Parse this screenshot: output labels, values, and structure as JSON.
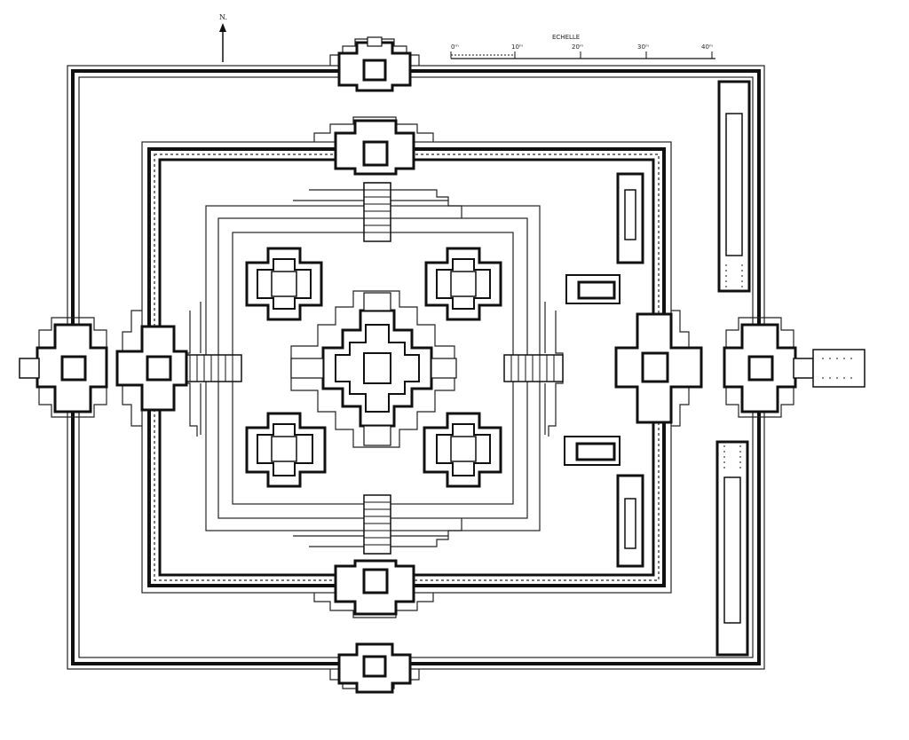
{
  "plan": {
    "north_label": "N.",
    "scale_title": "ECHELLE",
    "scale_ticks": [
      "0ᵐ",
      "10ᵐ",
      "20ᵐ",
      "30ᵐ",
      "40ᵐ"
    ]
  }
}
